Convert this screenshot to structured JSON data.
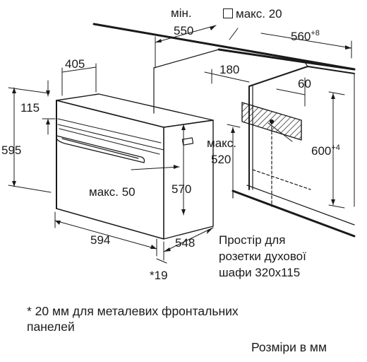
{
  "diagram": {
    "labels": {
      "min_word": "мін.",
      "min_depth": "550",
      "max_gap": "макс. 20",
      "niche_depth": "560",
      "niche_depth_tol": "+8",
      "oven_depth_top": "405",
      "offset_180": "180",
      "offset_60": "60",
      "panel_115": "115",
      "height_595": "595",
      "max_word": "макс.",
      "max_depth": "520",
      "niche_height": "600",
      "niche_height_tol": "+4",
      "max_50": "макс. 50",
      "height_570": "570",
      "width_594": "594",
      "depth_548": "548",
      "footnote_marker": "*19",
      "socket_line1": "Простір для",
      "socket_line2": "розетки духової",
      "socket_line3": "шафи 320x115"
    },
    "footnote_line1": "* 20 мм для металевих фронтальних",
    "footnote_line2": "панелей",
    "units_note": "Розміри в мм"
  }
}
